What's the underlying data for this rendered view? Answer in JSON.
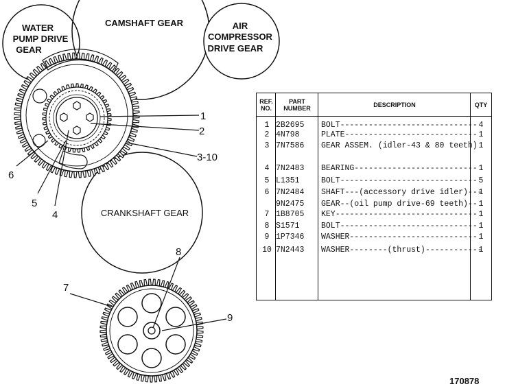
{
  "gear_labels": {
    "water_pump": [
      "WATER",
      "PUMP DRIVE",
      "GEAR"
    ],
    "camshaft": "CAMSHAFT GEAR",
    "air_compressor": [
      "AIR",
      "COMPRESSOR",
      "DRIVE GEAR"
    ],
    "crankshaft": "CRANKSHAFT GEAR"
  },
  "callouts": {
    "c1": "1",
    "c2": "2",
    "c3_10": "3-10",
    "c4": "4",
    "c5": "5",
    "c6": "6",
    "c7": "7",
    "c8": "8",
    "c9": "9"
  },
  "table": {
    "headers": {
      "ref": "REF. NO.",
      "part": "PART NUMBER",
      "desc": "DESCRIPTION",
      "qty": "QTY"
    },
    "rows": [
      {
        "ref": "1",
        "part": "2B2695",
        "desc": "BOLT-----------------------------",
        "qty": "4"
      },
      {
        "ref": "2",
        "part": "4N798",
        "desc": "PLATE----------------------------",
        "qty": "1"
      },
      {
        "ref": "3",
        "part": "7N7586",
        "desc": "GEAR ASSEM. (idler-43 & 80 teeth)",
        "qty": "1"
      },
      {
        "ref": "4",
        "part": "7N2483",
        "desc": "BEARING--------------------------",
        "qty": "1"
      },
      {
        "ref": "5",
        "part": "L1351",
        "desc": "BOLT-----------------------------",
        "qty": "5"
      },
      {
        "ref": "6",
        "part": "7N2484",
        "desc": "SHAFT---(accessory drive idler)---",
        "qty": "1"
      },
      {
        "ref": "",
        "part": "9N2475",
        "desc": "GEAR--(oil pump drive-69 teeth)--",
        "qty": "1"
      },
      {
        "ref": "7",
        "part": "1B8705",
        "desc": "KEY------------------------------",
        "qty": "1"
      },
      {
        "ref": "8",
        "part": "S1571",
        "desc": "BOLT-----------------------------",
        "qty": "1"
      },
      {
        "ref": "9",
        "part": "1P7346",
        "desc": "WASHER---------------------------",
        "qty": "1"
      },
      {
        "ref": "10",
        "part": "7N2443",
        "desc": "WASHER--------(thrust)------------",
        "qty": "1"
      }
    ]
  },
  "figure_number": "170878"
}
